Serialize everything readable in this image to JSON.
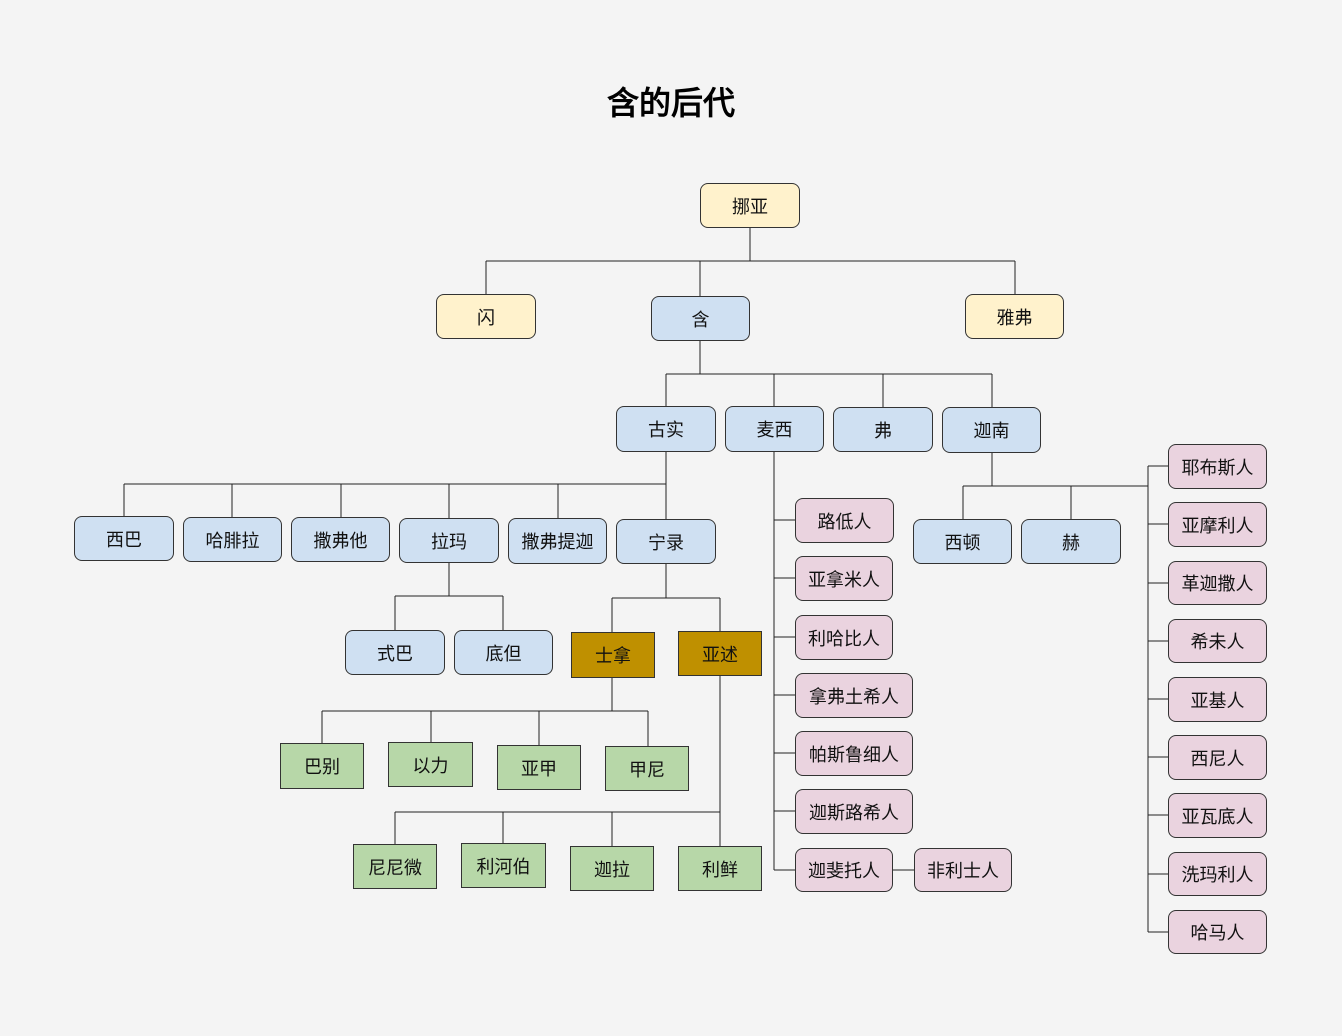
{
  "title": "含的后代",
  "nodes": {
    "noah": "挪亚",
    "shem": "闪",
    "ham": "含",
    "japheth": "雅弗",
    "cush": "古实",
    "mizraim": "麦西",
    "phut": "弗",
    "canaan": "迦南",
    "seba": "西巴",
    "havilah": "哈腓拉",
    "sabtah": "撒弗他",
    "raamah": "拉玛",
    "sabtecha": "撒弗提迦",
    "nimrod": "宁录",
    "sheba": "式巴",
    "dedan": "底但",
    "shinar": "士拿",
    "asshur": "亚述",
    "babel": "巴别",
    "erech": "以力",
    "accad": "亚甲",
    "calneh": "甲尼",
    "nineveh": "尼尼微",
    "rehoboth": "利河伯",
    "calah": "迦拉",
    "resen": "利鲜",
    "ludim": "路低人",
    "anamim": "亚拿米人",
    "lehabim": "利哈比人",
    "naphtuhim": "拿弗土希人",
    "pathrusim": "帕斯鲁细人",
    "casluhim": "迦斯路希人",
    "caphtorim": "迦斐托人",
    "philistim": "非利士人",
    "sidon": "西顿",
    "heth": "赫",
    "jebusite": "耶布斯人",
    "amorite": "亚摩利人",
    "girgasite": "革迦撒人",
    "hivite": "希未人",
    "arkite": "亚基人",
    "sinite": "西尼人",
    "arvadite": "亚瓦底人",
    "zemarite": "洗玛利人",
    "hamathite": "哈马人"
  }
}
